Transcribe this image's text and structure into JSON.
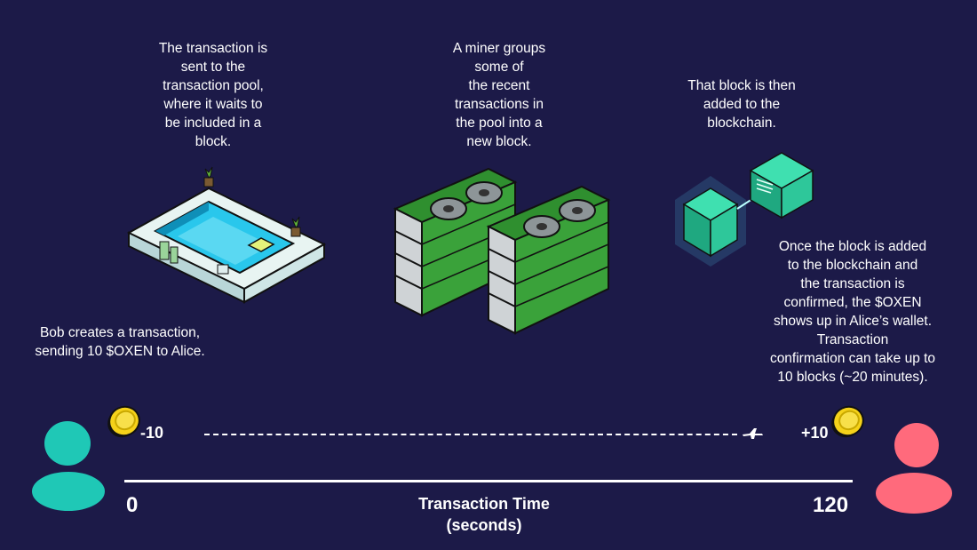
{
  "captions": {
    "pool": "The transaction is\nsent to the\ntransaction pool,\nwhere it waits to\nbe included in a\nblock.",
    "miner": "A miner groups\nsome of\nthe recent\ntransactions in\nthe pool into a\nnew block.",
    "block": "That block is then\nadded to the\nblockchain.",
    "confirm": "Once the block is added\nto the blockchain and\nthe transaction is\nconfirmed, the $OXEN\nshows up in Alice’s wallet.\nTransaction\nconfirmation can take up to\n10 blocks (~20 minutes).",
    "bob": "Bob creates a transaction,\nsending 10 $OXEN to Alice."
  },
  "amounts": {
    "sent": "-10",
    "received": "+10"
  },
  "axis": {
    "start": "0",
    "end": "120",
    "title": "Transaction Time\n(seconds)"
  },
  "colors": {
    "background": "#1c1a48",
    "sender": "#1fc8b6",
    "receiver": "#ff6a7c",
    "coin": "#f5d21a",
    "block": "#2ec79a"
  },
  "icons": {
    "sender": "person-icon",
    "receiver": "person-icon",
    "coin": "coin-icon",
    "plane": "plane-icon",
    "pool": "pool-illustration",
    "miner": "gpu-stack-illustration",
    "blockchain": "cube-blocks-illustration"
  }
}
